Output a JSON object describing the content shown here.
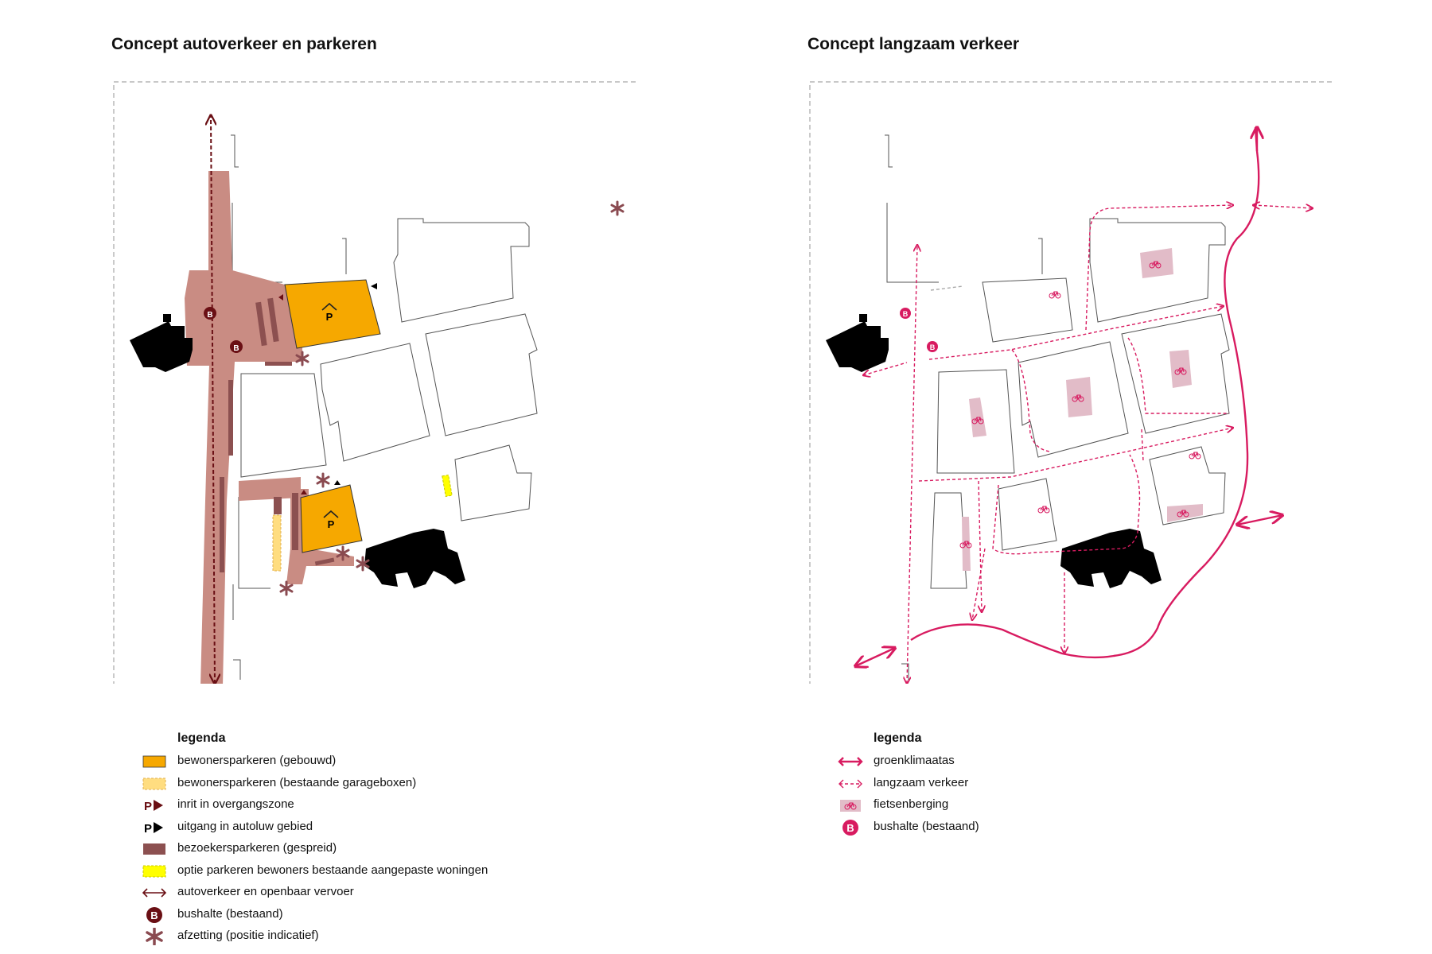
{
  "left_panel": {
    "title": "Concept autoverkeer en parkeren",
    "parking_mark": "P",
    "bus_mark": "B",
    "legend": {
      "heading": "legenda",
      "items": [
        {
          "label": "bewonersparkeren (gebouwd)",
          "symbol": "orange-swatch-icon"
        },
        {
          "label": "bewonersparkeren (bestaande garageboxen)",
          "symbol": "light-orange-swatch-icon"
        },
        {
          "label": "inrit in overgangszone",
          "symbol": "entrance-p-arrow-icon"
        },
        {
          "label": "uitgang in autoluw gebied",
          "symbol": "exit-p-arrow-icon"
        },
        {
          "label": "bezoekersparkeren (gespreid)",
          "symbol": "brown-swatch-icon"
        },
        {
          "label": "optie parkeren bewoners bestaande aangepaste woningen",
          "symbol": "yellow-swatch-icon"
        },
        {
          "label": "autoverkeer en openbaar vervoer",
          "symbol": "double-arrow-icon"
        },
        {
          "label": "bushalte (bestaand)",
          "symbol": "bus-stop-icon"
        },
        {
          "label": "afzetting (positie indicatief)",
          "symbol": "asterisk-icon"
        }
      ]
    }
  },
  "right_panel": {
    "title": "Concept langzaam verkeer",
    "bus_mark": "B",
    "legend": {
      "heading": "legenda",
      "items": [
        {
          "label": "groenklimaatas",
          "symbol": "solid-double-arrow-icon"
        },
        {
          "label": "langzaam verkeer",
          "symbol": "dashed-double-arrow-icon"
        },
        {
          "label": "fietsenberging",
          "symbol": "bike-storage-icon"
        },
        {
          "label": "bushalte (bestaand)",
          "symbol": "bus-stop-icon"
        }
      ]
    }
  },
  "colors": {
    "road": "#c98c83",
    "road_line": "#6a0f14",
    "resident_parking": "#f6a800",
    "garage_boxes": "#ffdd80",
    "visitor_parking": "#8c5050",
    "option_parking": "#ffff00",
    "barrier": "#8a4a50",
    "slow_traffic": "#d81b60",
    "bike_storage": "#e2bcc8"
  }
}
